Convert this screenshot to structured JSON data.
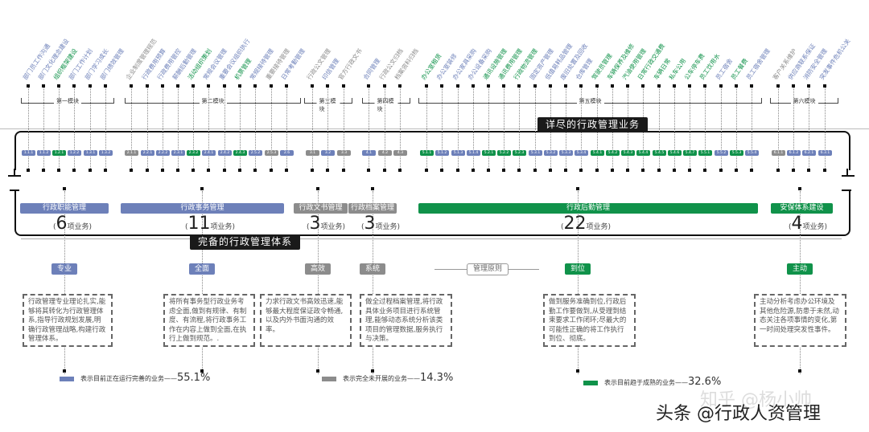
{
  "colors": {
    "blue": "#6d80b9",
    "green": "#10924a",
    "gray": "#8c8c8c"
  },
  "modules": [
    {
      "label": "第一模块",
      "items": [
        {
          "name": "部门员工作沟通",
          "code": "1.1.1",
          "status": "blue"
        },
        {
          "name": "部门文化理念建设",
          "code": "1.1.2",
          "status": "blue"
        },
        {
          "name": "组织框架建设",
          "code": "1.2.1",
          "status": "green"
        },
        {
          "name": "部门工作计划",
          "code": "1.2.2",
          "status": "blue"
        },
        {
          "name": "部门学习成长",
          "code": "1.3.1",
          "status": "blue"
        },
        {
          "name": "部门绩效管理",
          "code": "1.3.2",
          "status": "blue"
        }
      ]
    },
    {
      "label": "第二模块",
      "items": [
        {
          "name": "企业制度管理规范",
          "code": "2.1.1",
          "status": "gray"
        },
        {
          "name": "行政费用预算",
          "code": "2.2.1",
          "status": "blue"
        },
        {
          "name": "行政费用管控",
          "code": "2.2.2",
          "status": "blue"
        },
        {
          "name": "薪酬后勤管理",
          "code": "2.3.1",
          "status": "blue"
        },
        {
          "name": "活动组织策划",
          "code": "2.3.2",
          "status": "green"
        },
        {
          "name": "常规会议管理",
          "code": "2.4.1",
          "status": "blue"
        },
        {
          "name": "重要会议组织执行",
          "code": "2.4.2",
          "status": "blue"
        },
        {
          "name": "机票管理",
          "code": "2.4.3",
          "status": "green"
        },
        {
          "name": "常规接待管理",
          "code": "2.5.2",
          "status": "blue"
        },
        {
          "name": "重要接待管理",
          "code": "2.5.3",
          "status": "gray"
        },
        {
          "name": "日常考勤管理",
          "code": "2.6",
          "status": "blue"
        }
      ]
    },
    {
      "label": "第三模块",
      "items": [
        {
          "name": "行政公文管理",
          "code": "3.1",
          "status": "gray"
        },
        {
          "name": "印信管理",
          "code": "3.2",
          "status": "blue"
        },
        {
          "name": "官方行政文书",
          "code": "3.3",
          "status": "gray"
        }
      ]
    },
    {
      "label": "第四模块",
      "items": [
        {
          "name": "合同管理",
          "code": "4.1",
          "status": "blue"
        },
        {
          "name": "行政公文归档",
          "code": "4.2",
          "status": "gray"
        },
        {
          "name": "档案资料归档",
          "code": "4.3",
          "status": "gray"
        }
      ]
    },
    {
      "label": "第五模块",
      "items": [
        {
          "name": "办公室租赁",
          "code": "5.1.1",
          "status": "green"
        },
        {
          "name": "办公室装修",
          "code": "5.1.2",
          "status": "blue"
        },
        {
          "name": "办公家具采购",
          "code": "5.1.3",
          "status": "blue"
        },
        {
          "name": "办公设备采购",
          "code": "5.1.4",
          "status": "blue"
        },
        {
          "name": "通讯设施管理",
          "code": "5.2.1",
          "status": "green"
        },
        {
          "name": "通讯费用管理",
          "code": "5.2.2",
          "status": "green"
        },
        {
          "name": "行政物流管理",
          "code": "5.2.3",
          "status": "green"
        },
        {
          "name": "固定资产管理",
          "code": "5.3.1",
          "status": "blue"
        },
        {
          "name": "低值易耗品管理",
          "code": "5.3.2",
          "status": "blue"
        },
        {
          "name": "废旧处置及回收",
          "code": "5.3.3",
          "status": "blue"
        },
        {
          "name": "仓库管理",
          "code": "5.3.4",
          "status": "blue"
        },
        {
          "name": "驾驶员管理",
          "code": "5.4.1",
          "status": "green"
        },
        {
          "name": "车辆保养及维修",
          "code": "5.4.2",
          "status": "green"
        },
        {
          "name": "汽油使用管理",
          "code": "5.4.3",
          "status": "green"
        },
        {
          "name": "日常行政交通费",
          "code": "5.4.4",
          "status": "green"
        },
        {
          "name": "车辆日常",
          "code": "5.4.5",
          "status": "green"
        },
        {
          "name": "私车公用",
          "code": "5.4.6",
          "status": "green"
        },
        {
          "name": "公车停车费",
          "code": "5.4.7",
          "status": "green"
        },
        {
          "name": "员工饮用水",
          "code": "5.5.1",
          "status": "green"
        },
        {
          "name": "员工宿舍",
          "code": "5.5.2",
          "status": "blue"
        },
        {
          "name": "员工餐费",
          "code": "5.5.3",
          "status": "green"
        },
        {
          "name": "员工宿舍管理",
          "code": "5.5.4",
          "status": "blue"
        }
      ]
    },
    {
      "label": "第六模块",
      "items": [
        {
          "name": "客户关系维护",
          "code": "6.1.1",
          "status": "gray"
        },
        {
          "name": "供应商联系保证",
          "code": "6.1.2",
          "status": "blue"
        },
        {
          "name": "消防安全管理",
          "code": "6.2.1",
          "status": "blue"
        },
        {
          "name": "突发事件危机公关",
          "code": "6.3.1",
          "status": "blue"
        }
      ]
    }
  ],
  "detail_title": "详尽的行政管理业务",
  "system_title": "完备的行政管理体系",
  "categories": [
    {
      "label": "行政职能管理",
      "count": "6",
      "unit": "项业务",
      "status": "blue",
      "principle": "专业",
      "desc": "行政管理专业理论扎实,能够将其转化为行政管理体系,指导行政规划发展,明确行政管理战略,构建行政管理体系。"
    },
    {
      "label": "行政事务管理",
      "count": "11",
      "unit": "项业务",
      "status": "blue",
      "principle": "全面",
      "desc": "将所有事务型行政业务考虑全面,做到有规律、有制度、有流程,将行政事务工作在内容上做到全面,在执行上做到规范。."
    },
    {
      "label": "行政文书管理",
      "count": "3",
      "unit": "项业务",
      "status": "gray",
      "principle": "高效",
      "desc": "力求行政文书高效迅速,能够最大程度保证政令畅通,以及内外书面沟通的效率。"
    },
    {
      "label": "行政档案管理",
      "count": "3",
      "unit": "项业务",
      "status": "gray",
      "principle": "系统",
      "desc": "做全过程档案管理,将行政具体业务项目进行系统管理,能够动态系统分析该类项目的管理数据,服务执行与决策。"
    },
    {
      "label": "行政后勤管理",
      "count": "22",
      "unit": "项业务",
      "status": "green",
      "principle": "到位",
      "desc": "做到服务准确到位,行政后勤工作要做到,从受理到结束要求工作闭环;尽最大的可能性正确的将工作执行到位、彻底。"
    },
    {
      "label": "安保体系建设",
      "count": "4",
      "unit": "项业务",
      "status": "green",
      "principle": "主动",
      "desc": "主动分析考虑办公环境及其他危险源,防患于未然,动态关注各项事情的变化,第一时间处理突发性事件。"
    }
  ],
  "principles_label": "管理原则",
  "legend": [
    {
      "status": "blue",
      "text": "表示目前正在运行完善的业务——",
      "pct": "55.1%"
    },
    {
      "status": "gray",
      "text": "表示完全未开展的业务——",
      "pct": "14.3%"
    },
    {
      "status": "green",
      "text": "表示目前趋于成熟的业务——",
      "pct": "32.6%"
    }
  ],
  "watermark": {
    "toutiao": "头条 @行政人资管理",
    "zhihu": "知乎 @杨小帅"
  }
}
